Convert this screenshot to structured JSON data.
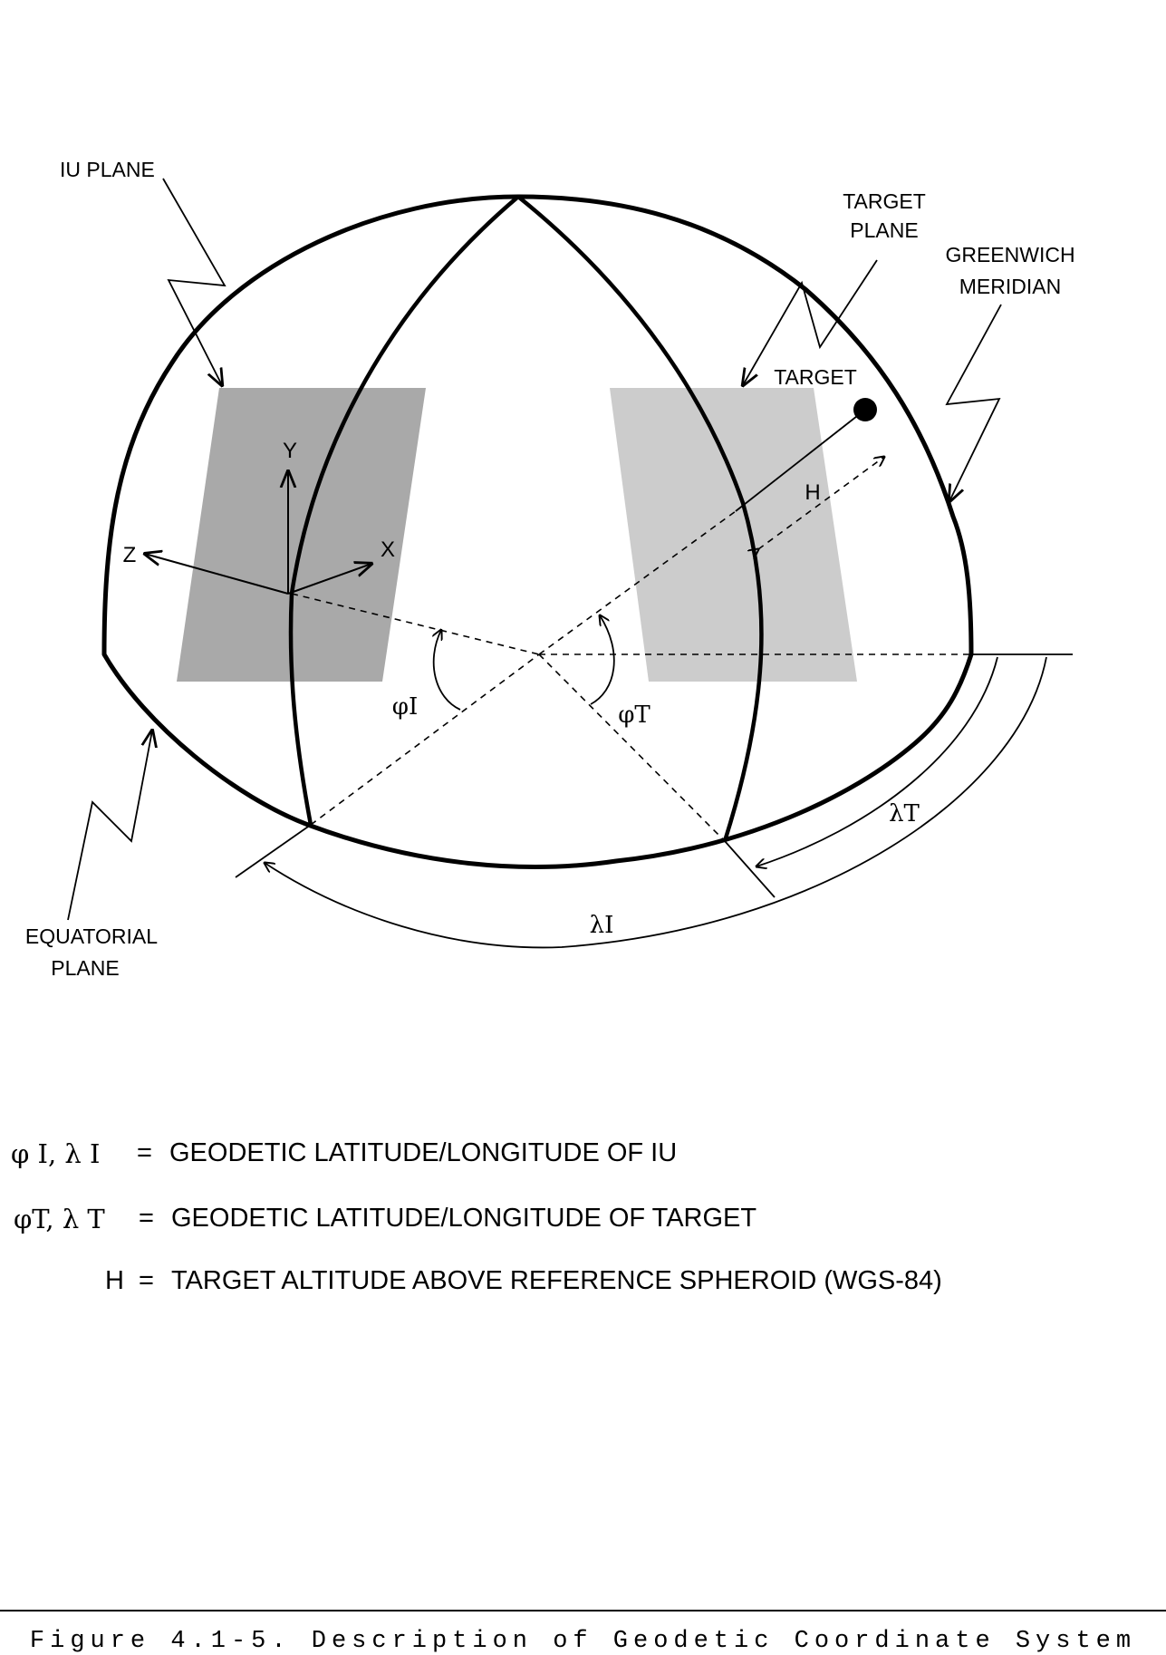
{
  "labels": {
    "iu_plane": "IU PLANE",
    "target_plane_line1": "TARGET",
    "target_plane_line2": "PLANE",
    "greenwich_line1": "GREENWICH",
    "greenwich_line2": "MERIDIAN",
    "target": "TARGET",
    "equatorial_line1": "EQUATORIAL",
    "equatorial_line2": "PLANE",
    "axis_y": "Y",
    "axis_x": "X",
    "axis_z": "Z",
    "altitude": "H",
    "phi_i": "φI",
    "phi_t": "φT",
    "lambda_t": "λT",
    "lambda_i": "λI"
  },
  "legend": [
    {
      "symbol": "φ I,  λ I",
      "equals": "=",
      "description": "GEODETIC LATITUDE/LONGITUDE OF IU"
    },
    {
      "symbol": "φT,  λ T",
      "equals": "=",
      "description": "GEODETIC LATITUDE/LONGITUDE OF TARGET"
    },
    {
      "symbol": "H",
      "equals": "=",
      "description": "TARGET ALTITUDE ABOVE REFERENCE SPHEROID (WGS-84)"
    }
  ],
  "caption": "Figure 4.1-5.  Description of Geodetic Coordinate System",
  "colors": {
    "iu_plane_fill": "#a9a9a9",
    "target_plane_fill": "#cccccc",
    "line": "#000000"
  }
}
